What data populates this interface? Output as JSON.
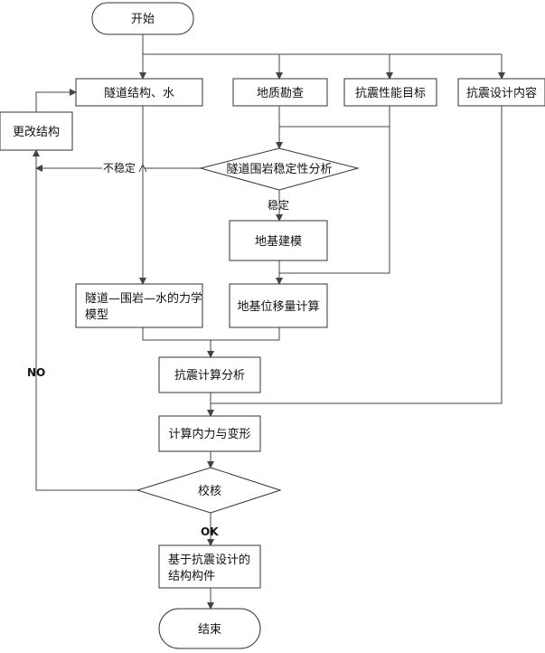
{
  "nodes": {
    "start": "开始",
    "tunnel_structure": "隧道结构、水",
    "geological_survey": "地质勘查",
    "seismic_target": "抗震性能目标",
    "seismic_design_content": "抗震设计内容",
    "modify_structure": "更改结构",
    "stability_analysis": "隧道围岩稳定性分析",
    "foundation_modeling": "地基建模",
    "mechanics_model_line1": "隧道—围岩—水的力学",
    "mechanics_model_line2": "模型",
    "foundation_displacement": "地基位移量计算",
    "seismic_calc": "抗震计算分析",
    "internal_force": "计算内力与变形",
    "check": "校核",
    "component_line1": "基于抗震设计的",
    "component_line2": "结构构件",
    "end": "结束"
  },
  "edges": {
    "unstable": "不稳定",
    "stable": "稳定",
    "no": "NO",
    "ok": "OK"
  }
}
